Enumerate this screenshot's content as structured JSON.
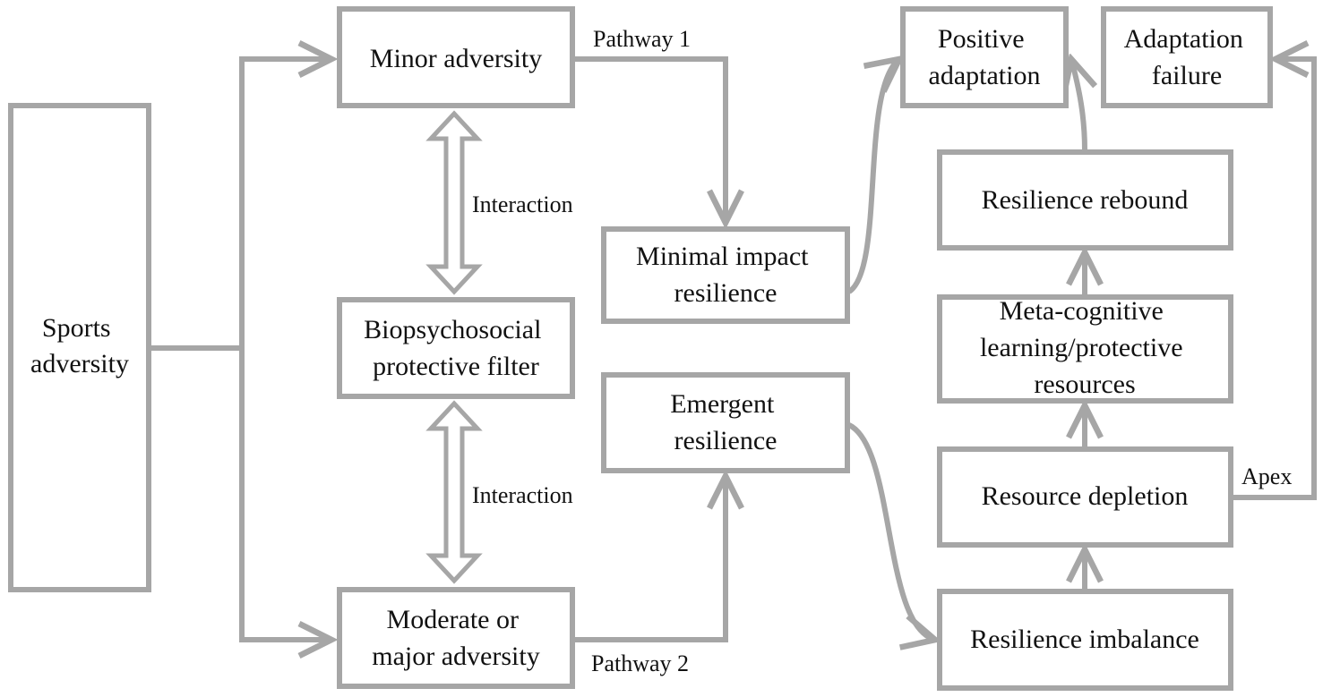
{
  "diagram": {
    "colors": {
      "stroke": "#a6a6a6",
      "text": "#111111",
      "background": "#ffffff"
    },
    "nodes": {
      "sports_adversity": [
        "Sports",
        "adversity"
      ],
      "minor_adversity": [
        "Minor adversity"
      ],
      "protective_filter": [
        "Biopsychosocial",
        "protective filter"
      ],
      "moderate_major_adversity": [
        "Moderate or",
        "major adversity"
      ],
      "minimal_impact_resilience": [
        "Minimal impact",
        "resilience"
      ],
      "emergent_resilience": [
        "Emergent",
        "resilience"
      ],
      "positive_adaptation": [
        "Positive",
        "adaptation"
      ],
      "adaptation_failure": [
        "Adaptation",
        "failure"
      ],
      "resilience_rebound": [
        "Resilience rebound"
      ],
      "meta_cognitive": [
        "Meta-cognitive",
        "learning/protective",
        "resources"
      ],
      "resource_depletion": [
        "Resource depletion"
      ],
      "resilience_imbalance": [
        "Resilience imbalance"
      ]
    },
    "labels": {
      "pathway_1": "Pathway 1",
      "pathway_2": "Pathway 2",
      "interaction_top": "Interaction",
      "interaction_bottom": "Interaction",
      "apex": "Apex"
    }
  }
}
